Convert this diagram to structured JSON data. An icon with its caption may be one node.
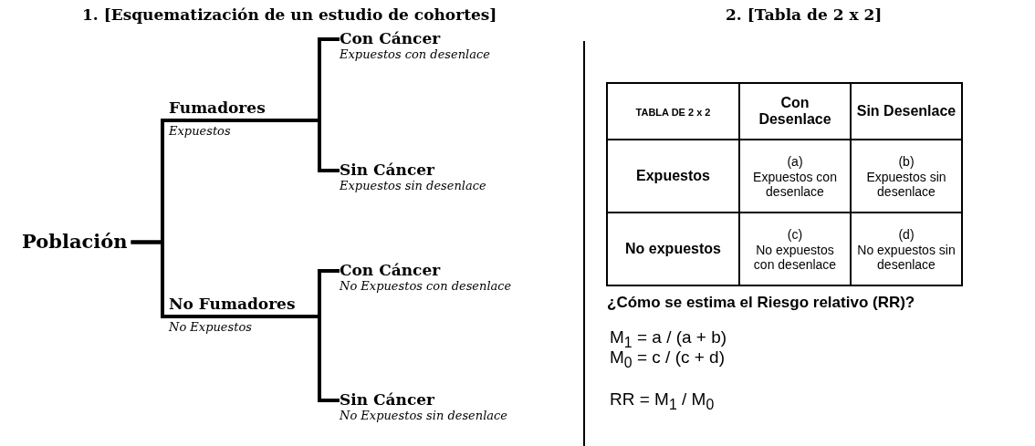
{
  "diagram": {
    "nodes": [
      {
        "text": [
          "Población"
        ]
      },
      {
        "text": [
          "Fumadores",
          "Expuestos"
        ]
      },
      {
        "text": [
          "Con Cáncer",
          "Expuestos con desenlace"
        ]
      },
      {
        "text": [
          "Sin Cáncer",
          "Expuestos sin desenlace"
        ]
      },
      {
        "text": [
          "No Fumadores",
          "No Expuestos"
        ]
      },
      {
        "text": [
          "Con Cáncer",
          "No Expuestos con desenlace"
        ]
      },
      {
        "text": [
          "Sin Cáncer",
          "No Expuestos sin desenlace"
        ]
      }
    ],
    "edges": [
      {
        "from": 0,
        "to": 1,
        "arrow": "none"
      },
      {
        "from": 0,
        "to": 4,
        "arrow": "none"
      },
      {
        "from": 1,
        "to": 2,
        "arrow": "none"
      },
      {
        "from": 1,
        "to": 3,
        "arrow": "none"
      },
      {
        "from": 4,
        "to": 5,
        "arrow": "none"
      },
      {
        "from": 4,
        "to": 6,
        "arrow": "none"
      }
    ],
    "labels": [
      "1. [Esquematización de un estudio de cohortes]",
      "2. [Tabla de 2 x 2]",
      "TABLA DE 2 x 2",
      "Con Desenlace",
      "Sin Desenlace",
      "Expuestos",
      "(a)",
      "Expuestos con desenlace",
      "(b)",
      "Expuestos sin desenlace",
      "No expuestos",
      "(c)",
      "No expuestos con desenlace",
      "(d)",
      "No expuestos sin desenlace",
      "¿Cómo se estima el Riesgo relativo (RR)?",
      "M$_{1}$ = a / (a + b)",
      "M$_{0}$ = c / (c + d)",
      "RR = M$_{1}$ / M$_{0}$"
    ]
  }
}
